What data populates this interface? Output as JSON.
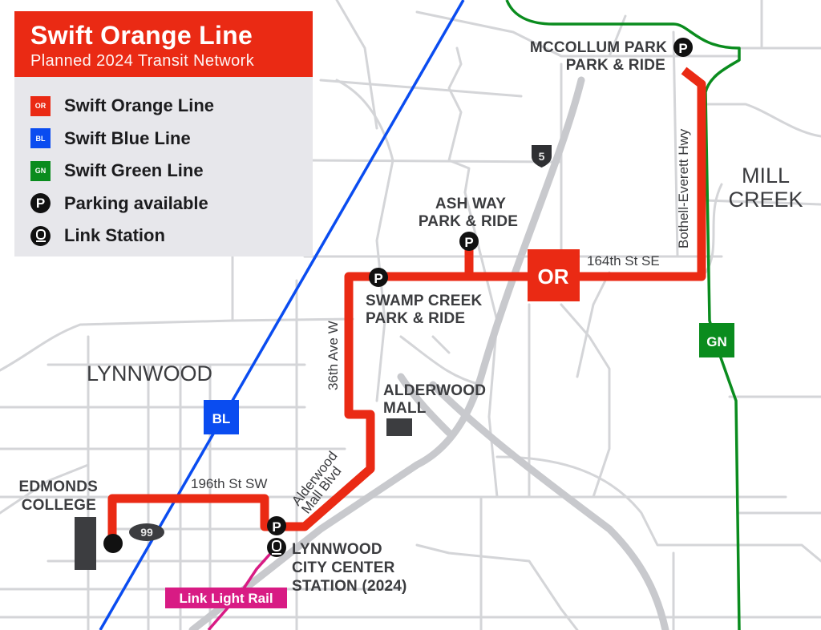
{
  "legend": {
    "title": "Swift Orange Line",
    "subtitle": "Planned 2024 Transit Network",
    "items": [
      {
        "icon": "OR",
        "label": "Swift Orange Line",
        "color": "#ea2a14"
      },
      {
        "icon": "BL",
        "label": "Swift Blue Line",
        "color": "#0a4cf0"
      },
      {
        "icon": "GN",
        "label": "Swift Green Line",
        "color": "#0a8c1e"
      },
      {
        "icon": "parking-icon",
        "glyph": "P",
        "label": "Parking available"
      },
      {
        "icon": "link-station-icon",
        "glyph": "⍝",
        "label": "Link Station"
      }
    ]
  },
  "colors": {
    "orange": "#ea2a14",
    "blue": "#0a4cf0",
    "green": "#0a8c1e",
    "link": "#d81b84",
    "legend_bg": "#e7e7eb",
    "road": "#d4d5d8"
  },
  "map": {
    "cities": [
      {
        "name": "LYNNWOOD"
      },
      {
        "name_line1": "MILL",
        "name_line2": "CREEK"
      }
    ],
    "stops": {
      "mccollum": {
        "line1": "MCCOLLUM PARK",
        "line2": "PARK & RIDE"
      },
      "ashway": {
        "line1": "ASH WAY",
        "line2": "PARK & RIDE"
      },
      "swampcreek": {
        "line1": "SWAMP CREEK",
        "line2": "PARK & RIDE"
      },
      "alderwood": {
        "line1": "ALDERWOOD",
        "line2": "MALL"
      },
      "edmonds": {
        "line1": "EDMONDS",
        "line2": "COLLEGE"
      },
      "lynnwood_cc": {
        "line1": "LYNNWOOD",
        "line2": "CITY CENTER",
        "line3": "STATION (2024)"
      }
    },
    "streets": {
      "s164": "164th St SE",
      "bothell": "Bothell-Everett Hwy",
      "ave36": "36th Ave W",
      "s196": "196th St SW",
      "alderwood_blvd_1": "Alderwood",
      "alderwood_blvd_2": "Mall Blvd"
    },
    "shields": {
      "i5": "5",
      "sr99": "99"
    },
    "line_badges": {
      "orange": "OR",
      "blue": "BL",
      "green": "GN"
    },
    "link_label": "Link Light Rail",
    "parking_glyph": "P"
  }
}
